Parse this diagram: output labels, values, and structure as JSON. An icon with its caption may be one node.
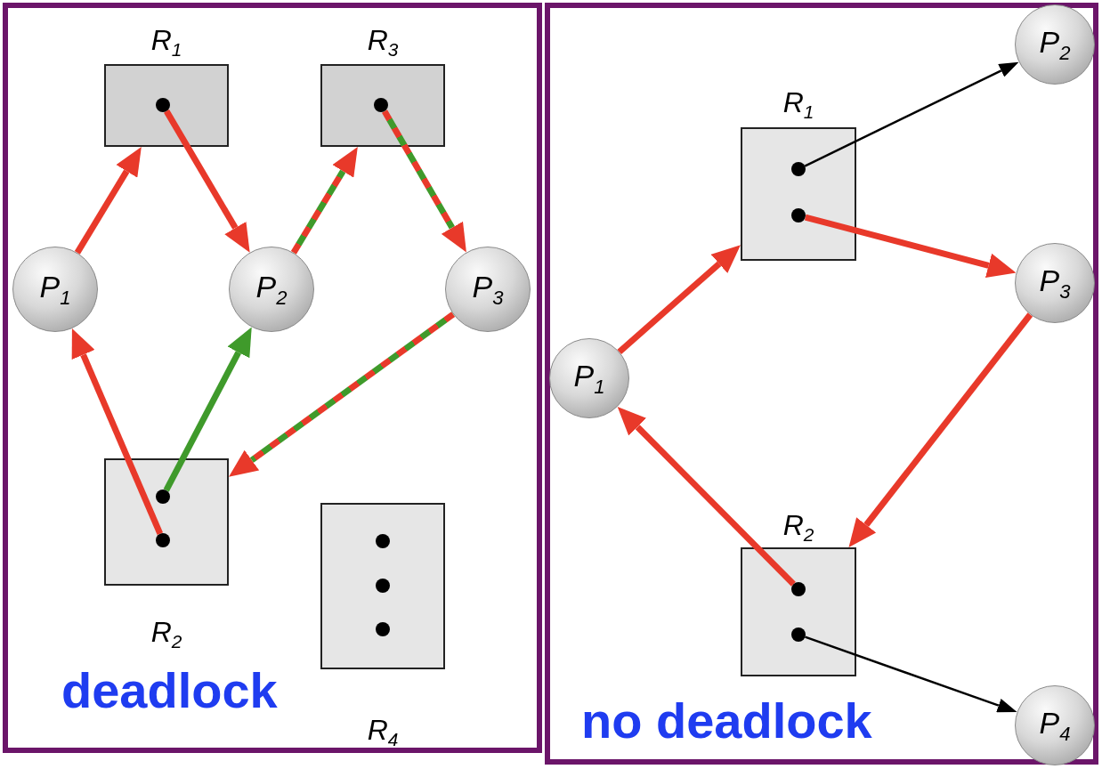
{
  "diagram": {
    "nodes": [
      {
        "text": [
          "deadlock"
        ]
      },
      {
        "text": [
          "R$_{1}$"
        ],
        "in": 0
      },
      {
        "text": [],
        "shape": "circle",
        "in": 1
      },
      {
        "text": [
          "R$_{3}$"
        ],
        "in": 0
      },
      {
        "text": [],
        "shape": "circle",
        "in": 3
      },
      {
        "text": [
          "P$_{1}$"
        ],
        "in": 0
      },
      {
        "text": [
          "P$_{2}$"
        ],
        "in": 0
      },
      {
        "text": [
          "P$_{3}$"
        ],
        "in": 0
      },
      {
        "text": [
          "R$_{2}$"
        ],
        "in": 0
      },
      {
        "text": [],
        "shape": "circle",
        "in": 8
      },
      {
        "text": [],
        "shape": "circle",
        "in": 8
      },
      {
        "text": [
          "R$_{4}$"
        ],
        "in": 0
      },
      {
        "text": [],
        "shape": "circle",
        "in": 11
      },
      {
        "text": [],
        "shape": "circle",
        "in": 11
      },
      {
        "text": [],
        "shape": "circle",
        "in": 11
      },
      {
        "text": [
          "no deadlock"
        ]
      },
      {
        "text": [
          "R$_{1}$"
        ],
        "in": 15
      },
      {
        "text": [],
        "shape": "circle",
        "in": 16
      },
      {
        "text": [],
        "shape": "circle",
        "in": 16
      },
      {
        "text": [
          "P$_{2}$"
        ],
        "in": 15
      },
      {
        "text": [
          "P$_{3}$"
        ],
        "in": 15
      },
      {
        "text": [
          "P$_{1}$"
        ],
        "in": 15
      },
      {
        "text": [
          "R$_{2}$"
        ],
        "in": 15
      },
      {
        "text": [],
        "shape": "circle",
        "in": 22
      },
      {
        "text": [],
        "shape": "circle",
        "in": 22
      },
      {
        "text": [
          "P$_{4}$"
        ],
        "in": 15
      }
    ],
    "edges": [
      {
        "from": 5,
        "to": 1,
        "arrow": "to"
      },
      {
        "from": 2,
        "to": 6,
        "arrow": "to"
      },
      {
        "from": 6,
        "to": 3,
        "arrow": "to",
        "style": "dashed",
        "color": "#3f9a2b"
      },
      {
        "from": 4,
        "to": 7,
        "arrow": "to",
        "style": "dashed",
        "color": "#3f9a2b"
      },
      {
        "from": 7,
        "to": 8,
        "arrow": "to",
        "style": "dashed",
        "color": "#3f9a2b"
      },
      {
        "from": 9,
        "to": 6,
        "arrow": "to",
        "color": "#3f9a2b"
      },
      {
        "from": 10,
        "to": 5,
        "arrow": "to"
      },
      {
        "from": 21,
        "to": 16,
        "arrow": "to"
      },
      {
        "from": 18,
        "to": 20,
        "arrow": "to"
      },
      {
        "from": 20,
        "to": 22,
        "arrow": "to"
      },
      {
        "from": 23,
        "to": 21,
        "arrow": "to"
      },
      {
        "from": 17,
        "to": 19,
        "arrow": "to",
        "color": "#000000"
      },
      {
        "from": 24,
        "to": 25,
        "arrow": "to",
        "color": "#000000"
      }
    ]
  }
}
